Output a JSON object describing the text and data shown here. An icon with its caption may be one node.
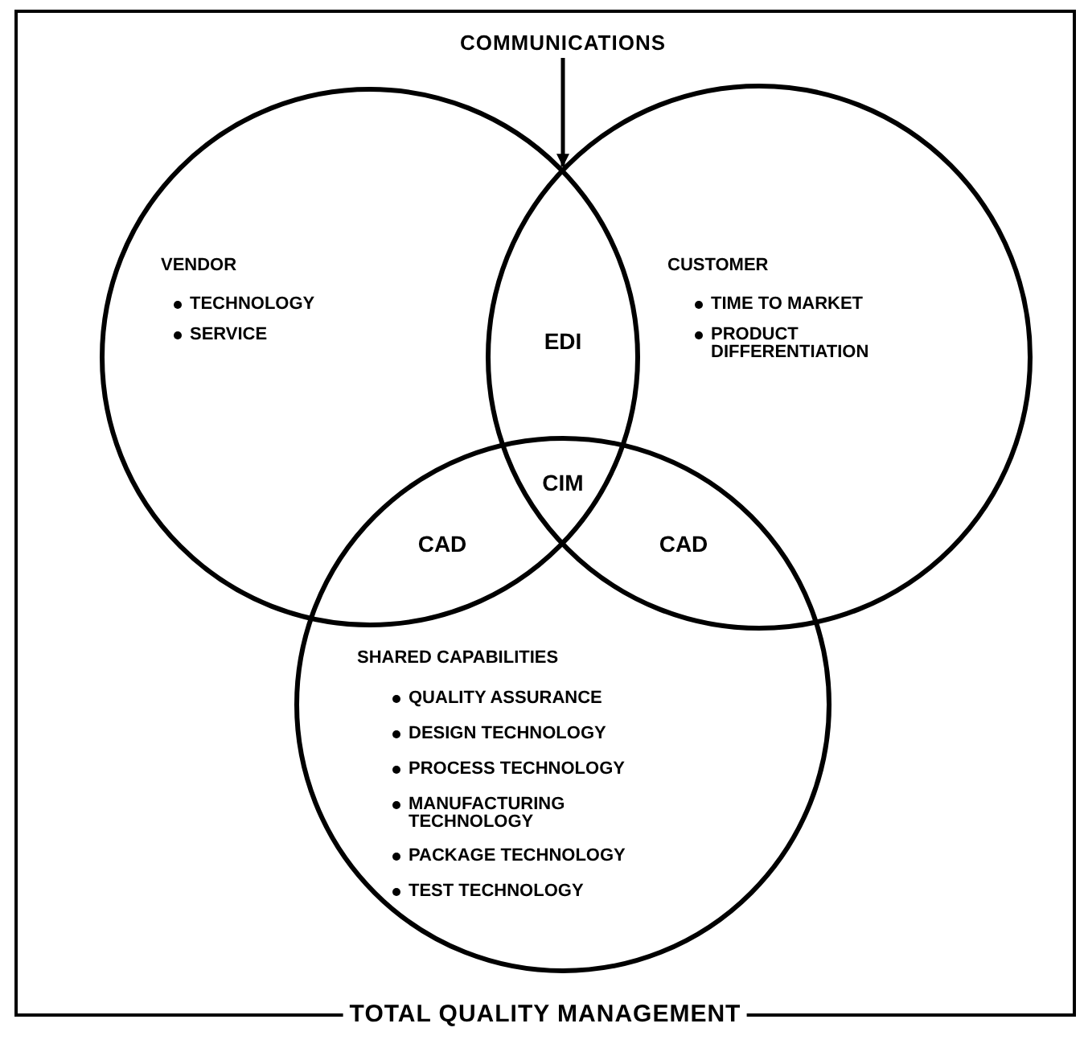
{
  "diagram": {
    "nodes": [
      {
        "text": [
          "TOTAL QUALITY MANAGEMENT"
        ]
      },
      {
        "text": [
          "COMMUNICATIONS"
        ],
        "in": 0
      },
      {
        "text": [
          "VENDOR",
          "TECHNOLOGY",
          "SERVICE"
        ],
        "in": 0
      },
      {
        "text": [
          "CUSTOMER",
          "TIME TO MARKET",
          "PRODUCT DIFFERENTIATION"
        ],
        "in": 0
      },
      {
        "text": [
          "SHARED CAPABILITIES",
          "QUALITY ASSURANCE",
          "DESIGN TECHNOLOGY",
          "PROCESS TECHNOLOGY",
          "MANUFACTURING TECHNOLOGY",
          "PACKAGE TECHNOLOGY",
          "TEST TECHNOLOGY"
        ],
        "in": 0
      }
    ],
    "edges": [
      {
        "from": 1,
        "to": 3,
        "arrow": "to"
      }
    ],
    "labels": [
      "EDI",
      "CIM",
      "CAD",
      "CAD"
    ]
  }
}
